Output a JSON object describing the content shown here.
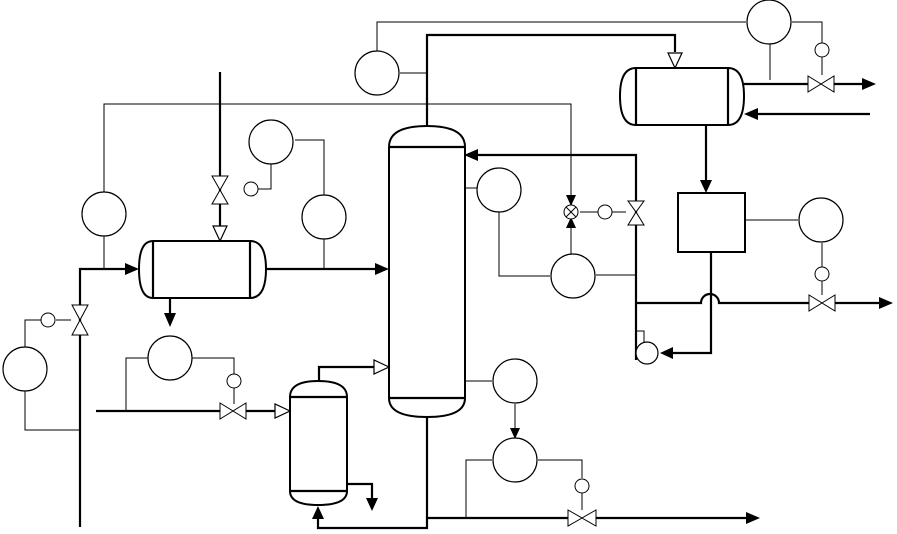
{
  "diagram": {
    "type": "process-flow-diagram",
    "colors": {
      "line": "#000000",
      "background": "#ffffff"
    },
    "units": {
      "distillation_column": 1,
      "feed_preheater": 1,
      "reboiler_drum": 1,
      "overhead_condenser": 1,
      "reflux_drum": 1,
      "reflux_pump": 1,
      "instrument_bubbles": 12,
      "control_valves": 7
    }
  }
}
